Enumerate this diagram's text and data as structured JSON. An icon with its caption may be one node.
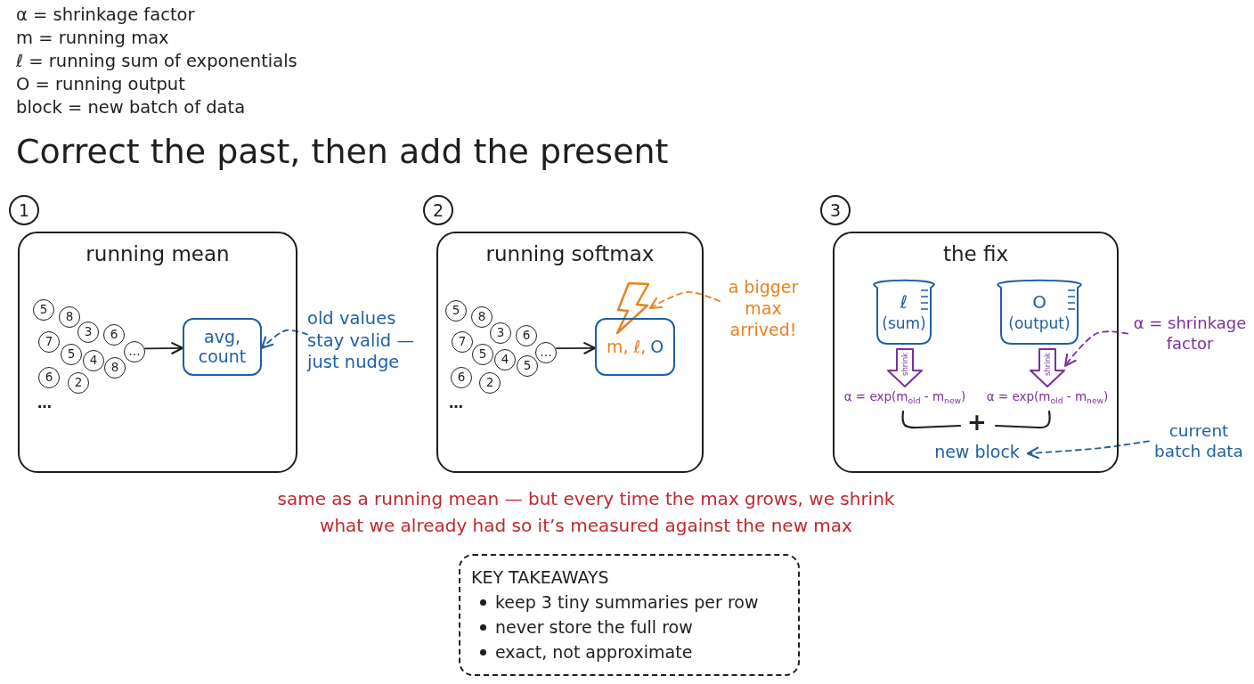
{
  "diagram": {
    "title": "Correct the past, then add the present",
    "nodes": [
      {
        "text": [
          "1"
        ]
      },
      {
        "text": [
          "running mean"
        ]
      },
      {
        "text": [
          "5"
        ],
        "in": 1
      },
      {
        "text": [
          "8"
        ],
        "in": 1
      },
      {
        "text": [
          "3"
        ],
        "in": 1
      },
      {
        "text": [
          "6"
        ],
        "in": 1
      },
      {
        "text": [
          "7"
        ],
        "in": 1
      },
      {
        "text": [
          "5"
        ],
        "in": 1
      },
      {
        "text": [
          "4"
        ],
        "in": 1
      },
      {
        "text": [
          "8"
        ],
        "in": 1
      },
      {
        "text": [
          "…"
        ],
        "in": 1
      },
      {
        "text": [
          "6"
        ],
        "in": 1
      },
      {
        "text": [
          "2"
        ],
        "in": 1
      },
      {
        "text": [
          "avg, count"
        ],
        "in": 1
      },
      {
        "text": [
          "old values stay valid — just nudge"
        ]
      },
      {
        "text": [
          "2"
        ]
      },
      {
        "text": [
          "running softmax"
        ]
      },
      {
        "text": [
          "5"
        ],
        "in": 16
      },
      {
        "text": [
          "8"
        ],
        "in": 16
      },
      {
        "text": [
          "3"
        ],
        "in": 16
      },
      {
        "text": [
          "6"
        ],
        "in": 16
      },
      {
        "text": [
          "7"
        ],
        "in": 16
      },
      {
        "text": [
          "5"
        ],
        "in": 16
      },
      {
        "text": [
          "4"
        ],
        "in": 16
      },
      {
        "text": [
          "5"
        ],
        "in": 16
      },
      {
        "text": [
          "…"
        ],
        "in": 16
      },
      {
        "text": [
          "6"
        ],
        "in": 16
      },
      {
        "text": [
          "2"
        ],
        "in": 16
      },
      {
        "text": [],
        "shape": "bolt",
        "in": 16
      },
      {
        "text": [
          "m, ℓ,",
          "O"
        ],
        "in": 16
      },
      {
        "text": [
          "a bigger max arrived!"
        ]
      },
      {
        "text": [
          "3"
        ]
      },
      {
        "text": [
          "the fix"
        ]
      },
      {
        "text": [
          "ℓ",
          "(sum)"
        ],
        "in": 32
      },
      {
        "text": [
          "O",
          "(output)"
        ],
        "in": 32
      },
      {
        "text": [
          "shrink"
        ],
        "in": 32,
        "beside": [
          "α = exp(m$_{old}$ - m$_{new}$)"
        ]
      },
      {
        "text": [
          "shrink"
        ],
        "in": 32,
        "beside": [
          "α = exp(m$_{old}$ - m$_{new}$)"
        ]
      },
      {
        "text": [
          "new block"
        ],
        "in": 32
      },
      {
        "text": [
          "α = shrinkage factor"
        ]
      },
      {
        "text": [
          "current batch data"
        ]
      },
      {
        "text": [
          "KEY TAKEAWAYS",
          "keep 3 tiny summaries per row",
          "never store the full row",
          "exact, not approximate"
        ]
      }
    ],
    "edges": [
      {
        "from": 10,
        "to": 13,
        "arrow": "to"
      },
      {
        "from": 14,
        "to": 13,
        "arrow": "to",
        "style": "dashed",
        "color": "#1f5fa6"
      },
      {
        "from": 25,
        "to": 29,
        "arrow": "to"
      },
      {
        "from": 30,
        "to": 28,
        "arrow": "to",
        "style": "dashed",
        "color": "#e8821e"
      },
      {
        "from": 38,
        "to": 36,
        "arrow": "to",
        "style": "dashed",
        "color": "#7b2f9e"
      },
      {
        "from": 39,
        "to": 37,
        "arrow": "to",
        "style": "dashed",
        "color": "#1f5fa6"
      }
    ],
    "labels": [
      "α = shrinkage factor",
      "m = running max",
      "ℓ = running sum of exponentials",
      "O = running output",
      "block = new batch of data",
      "…",
      "…",
      "+",
      "same as a running mean — but every time the max grows, we shrink what we already had so it’s measured against the new max"
    ]
  }
}
